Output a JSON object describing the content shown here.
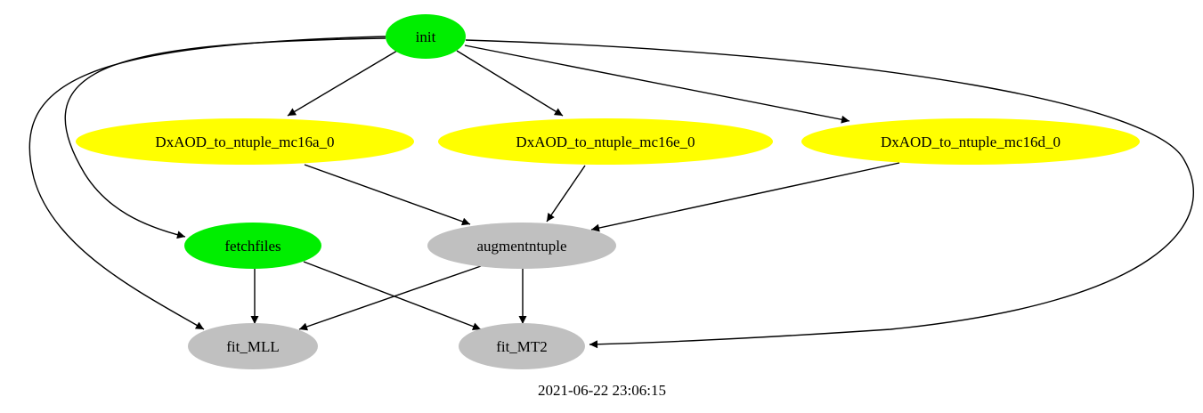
{
  "graph": {
    "nodes": [
      {
        "id": "init",
        "label": "init",
        "color": "#00ee00"
      },
      {
        "id": "mc16a",
        "label": "DxAOD_to_ntuple_mc16a_0",
        "color": "#ffff00"
      },
      {
        "id": "mc16e",
        "label": "DxAOD_to_ntuple_mc16e_0",
        "color": "#ffff00"
      },
      {
        "id": "mc16d",
        "label": "DxAOD_to_ntuple_mc16d_0",
        "color": "#ffff00"
      },
      {
        "id": "fetchfiles",
        "label": "fetchfiles",
        "color": "#00ee00"
      },
      {
        "id": "augmentntuple",
        "label": "augmentntuple",
        "color": "#c0c0c0"
      },
      {
        "id": "fit_MLL",
        "label": "fit_MLL",
        "color": "#c0c0c0"
      },
      {
        "id": "fit_MT2",
        "label": "fit_MT2",
        "color": "#c0c0c0"
      }
    ],
    "edges": [
      {
        "from": "init",
        "to": "mc16a"
      },
      {
        "from": "init",
        "to": "mc16e"
      },
      {
        "from": "init",
        "to": "mc16d"
      },
      {
        "from": "init",
        "to": "fetchfiles"
      },
      {
        "from": "init",
        "to": "fit_MLL"
      },
      {
        "from": "init",
        "to": "fit_MT2"
      },
      {
        "from": "mc16a",
        "to": "augmentntuple"
      },
      {
        "from": "mc16e",
        "to": "augmentntuple"
      },
      {
        "from": "mc16d",
        "to": "augmentntuple"
      },
      {
        "from": "fetchfiles",
        "to": "fit_MLL"
      },
      {
        "from": "fetchfiles",
        "to": "fit_MT2"
      },
      {
        "from": "augmentntuple",
        "to": "fit_MLL"
      },
      {
        "from": "augmentntuple",
        "to": "fit_MT2"
      }
    ]
  },
  "timestamp": "2021-06-22 23:06:15"
}
